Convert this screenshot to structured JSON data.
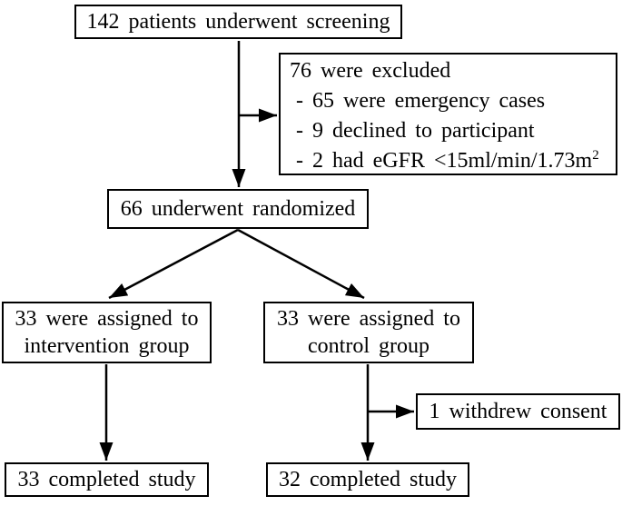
{
  "colors": {
    "background": "#ffffff",
    "box_border": "#000000",
    "text": "#000000",
    "arrow": "#000000"
  },
  "boxes": {
    "screening": {
      "text": "142 patients underwent screening"
    },
    "excluded": {
      "lines": [
        {
          "text": "76 were excluded",
          "sup": ""
        },
        {
          "text": "- 65 were emergency cases",
          "sup": ""
        },
        {
          "text": "- 9 declined to participant",
          "sup": ""
        },
        {
          "text": "- 2 had eGFR <15ml/min/1.73m",
          "sup": "2"
        }
      ]
    },
    "randomized": {
      "text": "66 underwent randomized"
    },
    "intervention": {
      "line1": "33 were assigned to",
      "line2": "intervention group"
    },
    "control": {
      "line1": "33 were assigned to",
      "line2": "control group"
    },
    "withdrew": {
      "text": "1 withdrew consent"
    },
    "completed_intervention": {
      "text": "33 completed study"
    },
    "completed_control": {
      "text": "32 completed study"
    }
  }
}
